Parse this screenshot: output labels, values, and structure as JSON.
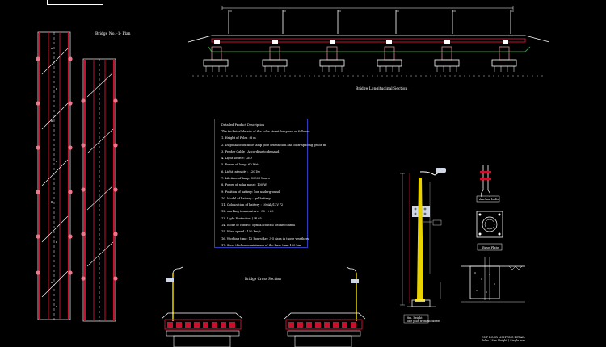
{
  "labels": {
    "plan_title": "Bridge No. -1- Plan",
    "longitudinal_title": "Bridge Longitudinal Section",
    "cross_title": "Bridge Cross Section",
    "anchor_bolts": "Anchor bolts",
    "base_plate": "Base Plate",
    "pole_height_note": [
      "8m. height",
      "one pole from thickness"
    ],
    "detail_title": [
      "OUT DOOR LIGHTING DETAIL",
      "Poles ( 8 m Height ) Single arm"
    ]
  },
  "spec": {
    "title": "Detailed Product Description",
    "intro": "The technical details of the solar street lamp are as follows :",
    "items": [
      "1. Height of Poles : 8 m",
      "2. Disposal of outdoor lamp pole orientation and distr spacing grade m",
      "3. Feeder Cable : According to demand",
      "4. Light source: LED",
      "5. Power of lamp: 60 Watt",
      "6. Light intensity : 120 l/w",
      "7. Lifetime of lamp: 50000 hours",
      "8. Power of solar panel: 100 W",
      "9. Position of battery: box underground",
      "10. Model of battery : gel battery",
      "11. Colouration of battery : 100Ah/12V *2",
      "12. working temperature: -30~+60",
      "13. Light Protection ( IP 65 )",
      "14. Mode of control: optical control &time control",
      "15. Wind speed : 150 km/h",
      "16. Working time: 12 hours/day, 3-5 days in those weathers",
      "17. Steel thickness minimum of the base than 120 km"
    ]
  },
  "colors": {
    "background": "#000000",
    "deck_red": "#c8102e",
    "road_line": "#ffffff",
    "grade_green": "#1fa32a",
    "pole_yellow": "#e8d200",
    "frame_blue": "#2f3dbb",
    "lamp_gray": "#cfd7e6",
    "pier_pink": "#d98c96"
  }
}
